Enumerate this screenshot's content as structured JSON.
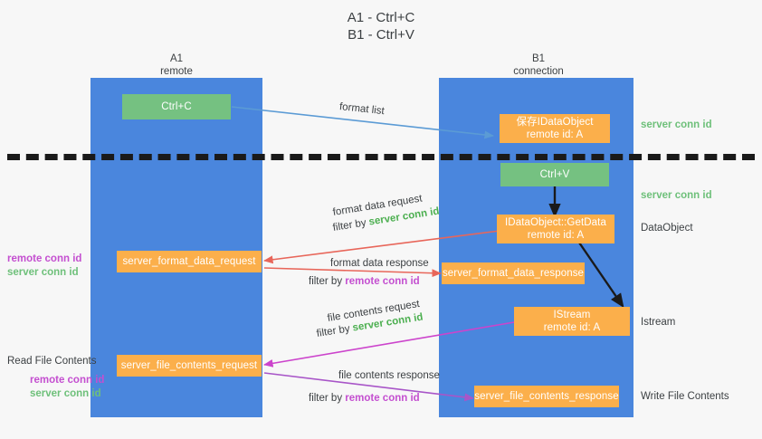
{
  "title": "A1 - Ctrl+C\nB1 - Ctrl+V",
  "columns": [
    {
      "name": "A1",
      "sub": "remote",
      "header": "A1\nremote"
    },
    {
      "name": "B1",
      "sub": "connection",
      "header": "B1\nconnection"
    }
  ],
  "nodes": {
    "ctrl_c": {
      "label": "Ctrl+C",
      "color": "#75c181"
    },
    "save_idataobject": {
      "line1": "保存IDataObject",
      "line2": "remote id: A",
      "color": "#fbaf4b"
    },
    "ctrl_v": {
      "label": "Ctrl+V",
      "color": "#75c181"
    },
    "getdata": {
      "line1": "IDataObject::GetData",
      "line2": "remote id: A",
      "color": "#fbaf4b"
    },
    "server_format_data_request": {
      "label": "server_format_data_request",
      "color": "#fbaf4b"
    },
    "server_format_data_response": {
      "label": "server_format_data_response",
      "color": "#fbaf4b"
    },
    "istream": {
      "line1": "IStream",
      "line2": "remote id: A",
      "color": "#fbaf4b"
    },
    "server_file_contents_request": {
      "label": "server_file_contents_request",
      "color": "#fbaf4b"
    },
    "server_file_contents_response": {
      "label": "server_file_contents_response",
      "color": "#fbaf4b"
    }
  },
  "edge_labels": {
    "format_list": "format list",
    "format_data_request": "format data request",
    "format_data_request_filter_prefix": "filter by ",
    "format_data_request_filter_value": "server conn id",
    "format_data_response": "format data response",
    "format_data_response_filter_prefix": "filter by ",
    "format_data_response_filter_value": "remote conn id",
    "file_contents_request": "file contents request",
    "file_contents_request_filter_prefix": "filter by ",
    "file_contents_request_filter_value": "server conn id",
    "file_contents_response": "file contents response",
    "file_contents_response_filter_prefix": "filter by ",
    "file_contents_response_filter_value": "remote conn id"
  },
  "right_labels": {
    "server_conn_id_1": "server conn id",
    "server_conn_id_2": "server conn id",
    "dataobject": "DataObject",
    "istream": "Istream",
    "write_file_contents": "Write File Contents"
  },
  "left_labels": {
    "remote_conn_id_1": "remote conn id",
    "server_conn_id_1": "server conn id",
    "read_file_contents": "Read File Contents",
    "remote_conn_id_2": "remote conn id",
    "server_conn_id_2": "server conn id"
  },
  "colors": {
    "lane": "#4a86dd",
    "green_node": "#75c181",
    "orange_node": "#fbaf4b",
    "green_text": "#4caf50",
    "purple_text": "#c44fd0",
    "blue_arrow": "#5b9bd5",
    "red_arrow": "#e8665a",
    "black_arrow": "#1a1a1a",
    "magenta_arrow": "#cc44cc",
    "purple_arrow": "#a855c8",
    "background": "#f7f7f7"
  }
}
